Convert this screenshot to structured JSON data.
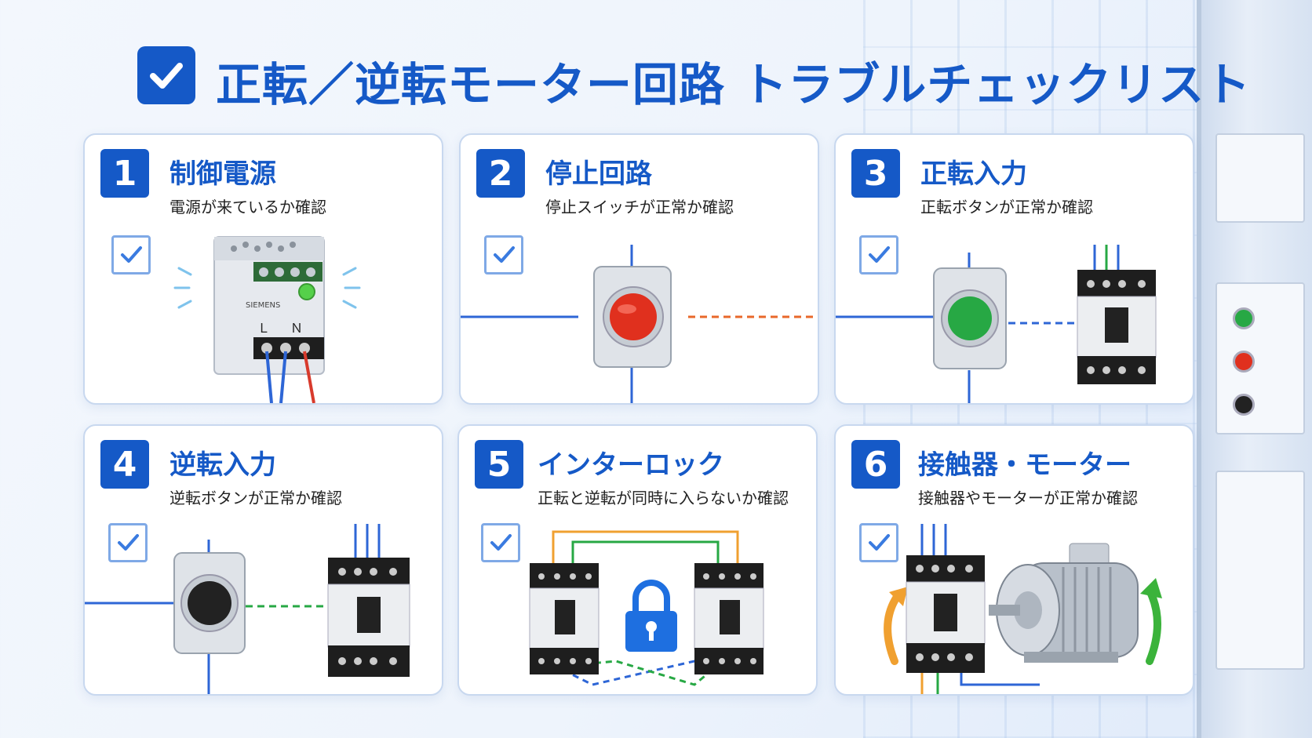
{
  "title": "正転／逆転モーター回路 トラブルチェックリスト",
  "colors": {
    "accent": "#1559c7",
    "red_button": "#e0301e",
    "green_button": "#27a844",
    "black_button": "#222222"
  },
  "items": [
    {
      "number": "1",
      "title": "制御電源",
      "subtitle": "電源が来ているか確認",
      "device_label": "Ｌ",
      "device_label2": "Ｎ",
      "device_brand": "SIEMENS"
    },
    {
      "number": "2",
      "title": "停止回路",
      "subtitle": "停止スイッチが正常か確認"
    },
    {
      "number": "3",
      "title": "正転入力",
      "subtitle": "正転ボタンが正常か確認"
    },
    {
      "number": "4",
      "title": "逆転入力",
      "subtitle": "逆転ボタンが正常か確認"
    },
    {
      "number": "5",
      "title": "インターロック",
      "subtitle": "正転と逆転が同時に入らないか確認"
    },
    {
      "number": "6",
      "title": "接触器・モーター",
      "subtitle": "接触器やモーターが正常か確認"
    }
  ]
}
